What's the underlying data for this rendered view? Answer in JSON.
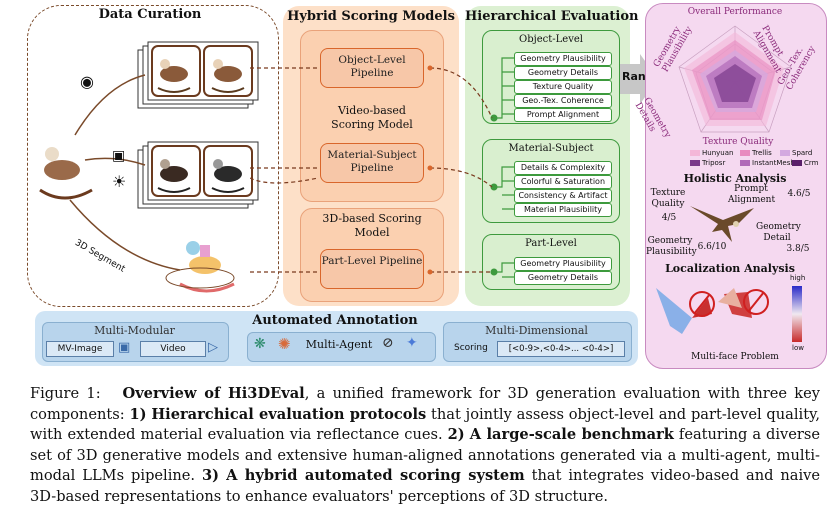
{
  "data_curation": {
    "title": "Data Curation",
    "segment_label": "3D Segment"
  },
  "hybrid": {
    "title": "Hybrid Scoring Models",
    "object_pipeline": "Object-Level Pipeline",
    "video_model": "Video-based Scoring Model",
    "material_pipeline": "Material-Subject Pipeline",
    "model3d": "3D-based Scoring Model",
    "part_pipeline": "Part-Level Pipeline"
  },
  "hierarchical": {
    "title": "Hierarchical Evaluation",
    "object": {
      "title": "Object-Level",
      "items": [
        "Geometry Plausibility",
        "Geometry Details",
        "Texture Quality",
        "Geo.-Tex. Coherence",
        "Prompt Alignment"
      ]
    },
    "material": {
      "title": "Material-Subject",
      "items": [
        "Details & Complexity",
        "Colorful & Saturation",
        "Consistency & Artifact",
        "Material Plausibility"
      ]
    },
    "part": {
      "title": "Part-Level",
      "items": [
        "Geometry Plausibility",
        "Geometry Details"
      ]
    }
  },
  "rank_label": "Rank",
  "right_panel": {
    "radar": {
      "title": "Overall Performance",
      "axes": [
        "Prompt Alignment",
        "Geo.-Tex. Coherency",
        "Texture Quality",
        "Geometry Details",
        "Geometry Plausibility"
      ],
      "legend": [
        "Hunyuan",
        "Trellis",
        "Spard",
        "Triposr",
        "InstantMesh",
        "Crm"
      ],
      "colors": [
        "#f4b7d8",
        "#e88bbf",
        "#d3a9e0",
        "#7a3a8a",
        "#b06ab8",
        "#5a1f6a"
      ]
    },
    "holistic": {
      "title": "Holistic Analysis",
      "texture_label": "Texture Quality",
      "texture_val": "4/5",
      "prompt_label": "Prompt Alignment",
      "prompt_val": "4.6/5",
      "geoplaus_label": "Geometry Plausibility",
      "geoplaus_val": "6.6/10",
      "geodetail_label": "Geometry Detail",
      "geodetail_val": "3.8/5"
    },
    "localization": {
      "title": "Localization Analysis",
      "high": "high",
      "low": "low",
      "problem": "Multi-face Problem"
    }
  },
  "annotation": {
    "title": "Automated Annotation",
    "multi_modular": "Multi-Modular",
    "mv_image": "MV-Image",
    "video": "Video",
    "multi_agent": "Multi-Agent",
    "multi_dimensional": "Multi-Dimensional",
    "scoring": "Scoring",
    "scoring_range": "[<0-9>,<0-4>... <0-4>]"
  },
  "caption": {
    "lead": "Figure 1:",
    "bold1": "Overview of Hi3DEval",
    "t1": ", a unified framework for 3D generation evaluation with three key components:",
    "n1": "1)",
    "bold2": "Hierarchical evaluation protocols",
    "t2": "that jointly assess object-level and part-level quality, with extended material evaluation via reflectance cues.",
    "n2": "2)",
    "bold3": "A large-scale benchmark",
    "t3": "featuring a diverse set of 3D generative models and extensive human-aligned annotations generated via a multi-agent, multi-modal LLMs pipeline.",
    "n3": "3)",
    "bold4": "A hybrid automated scoring system",
    "t4": "that integrates video-based and naive 3D-based representations to enhance evaluators' perceptions of 3D structure."
  }
}
